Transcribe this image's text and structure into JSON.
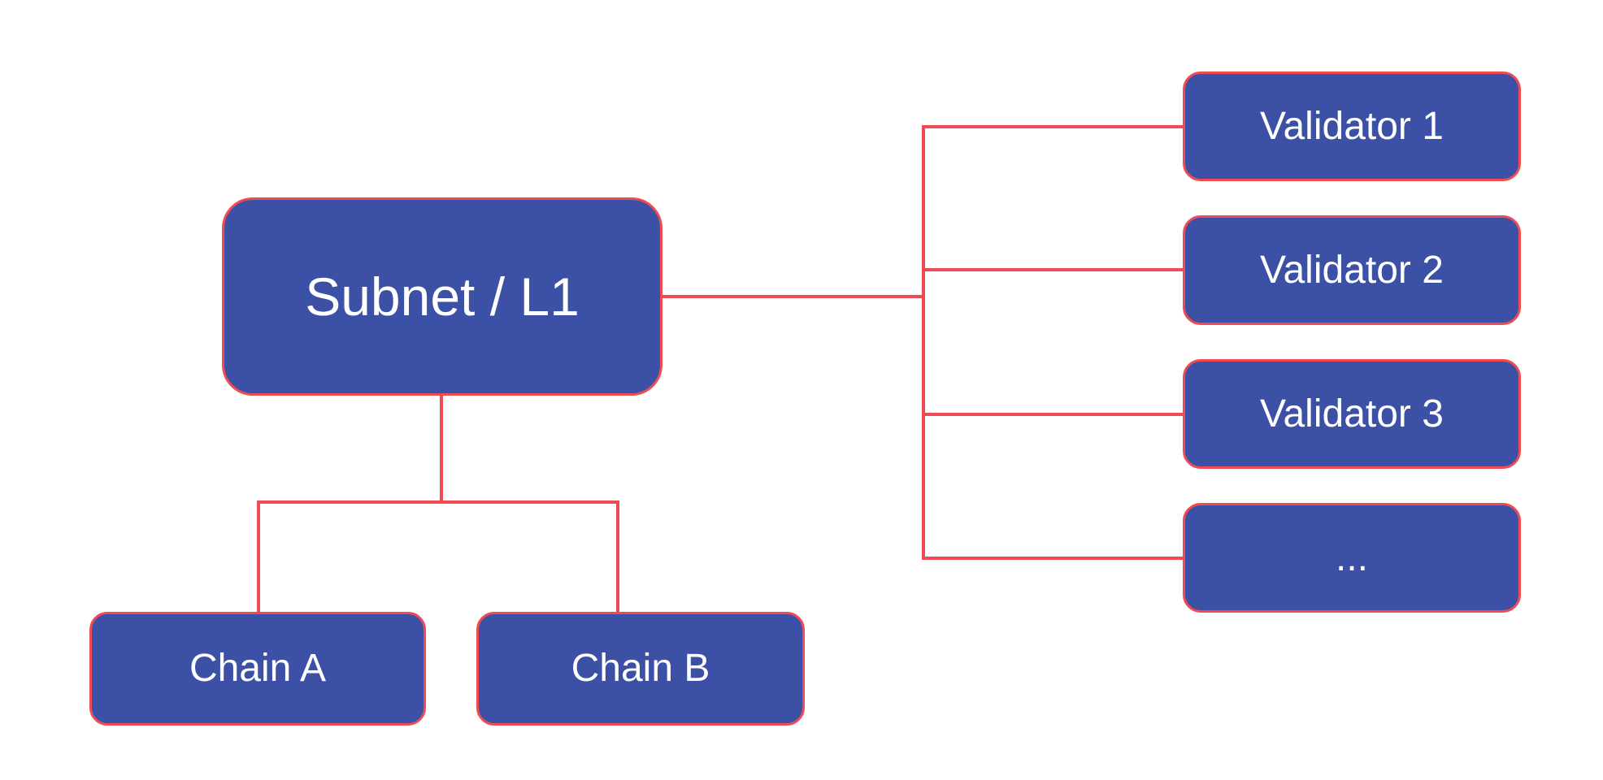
{
  "diagram": {
    "nodes": {
      "subnet": {
        "label": "Subnet / L1"
      },
      "chain_a": {
        "label": "Chain A"
      },
      "chain_b": {
        "label": "Chain B"
      },
      "validators": [
        {
          "label": "Validator 1"
        },
        {
          "label": "Validator 2"
        },
        {
          "label": "Validator 3"
        },
        {
          "label": "..."
        }
      ]
    },
    "connectors": {
      "description": "Subnet / L1 links right to a vertical trunk fanning out to four validator boxes, and links down to a split that descends to Chain A and Chain B"
    },
    "colors": {
      "node_fill": "#3c50a6",
      "node_border": "#ee4b54",
      "connector": "#ee4b54",
      "node_text": "#ffffff",
      "background": "#ffffff"
    }
  }
}
